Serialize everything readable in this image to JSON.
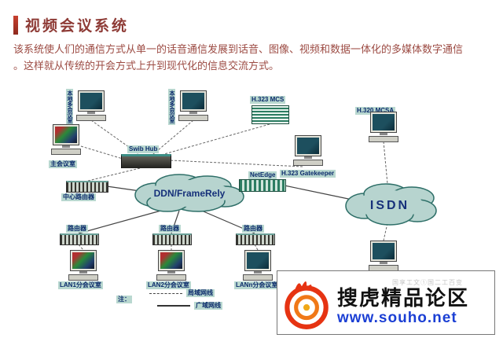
{
  "title": "视频会议系统",
  "body": {
    "line1": "该系统使人们的通信方式从单一的话音通信发展到话音、图像、视频和数据一体化的多媒体数字通信",
    "line2": "。这样就从传统的开会方式上升到现代化的信息交流方式。"
  },
  "diagram": {
    "local_room_1": "本地多会议室",
    "local_room_2": "本地多会议室",
    "h323_mcs": "H.323 MCS",
    "h320_terminal": "H.320 MCSA",
    "hub": "Swib Hub",
    "main_room": "主会议室",
    "gatekeeper": "H.323 Gatekeeper",
    "center_router": "中心路由器",
    "ddn": "DDN/FrameRely",
    "netedge": "NetEdge",
    "isdn": "ISDN",
    "router_1": "路由器",
    "router_2": "路由器",
    "router_3": "路由器",
    "lan_1": "LAN1分会议室",
    "lan_2": "LAN2分会议室",
    "lan_n": "LANn分会议室",
    "legend_note": "注：",
    "legend_lan": "局域网线",
    "legend_wan": "广域网线"
  },
  "watermark": {
    "faint": "国享工文①国二工百变",
    "name": "搜虎精品论区",
    "url": "www.souho.net"
  },
  "colors": {
    "title_red": "#8e3b36",
    "body_red": "#9c4b43",
    "label_navy": "#0b2a6b",
    "teal_highlight": "#b9d8d0",
    "cloud_fill": "#b7d4cf",
    "url_blue": "#1b3fd4",
    "flame_red": "#e63312"
  }
}
